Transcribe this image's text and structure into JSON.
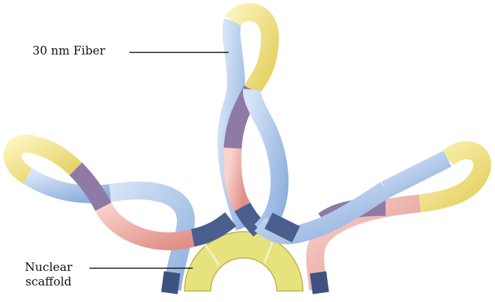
{
  "labels": {
    "fiber": "30 nm Fiber",
    "scaffold_line1": "Nuclear",
    "scaffold_line2": "scaffold"
  },
  "colors": {
    "blue": "#a9c4e8",
    "blue_dark": "#5f7fb8",
    "navy": "#4b5f8e",
    "yellow": "#efe28a",
    "pink": "#eea8a0",
    "purple": "#8f7aa6",
    "scaffold": "#e6e27e"
  }
}
